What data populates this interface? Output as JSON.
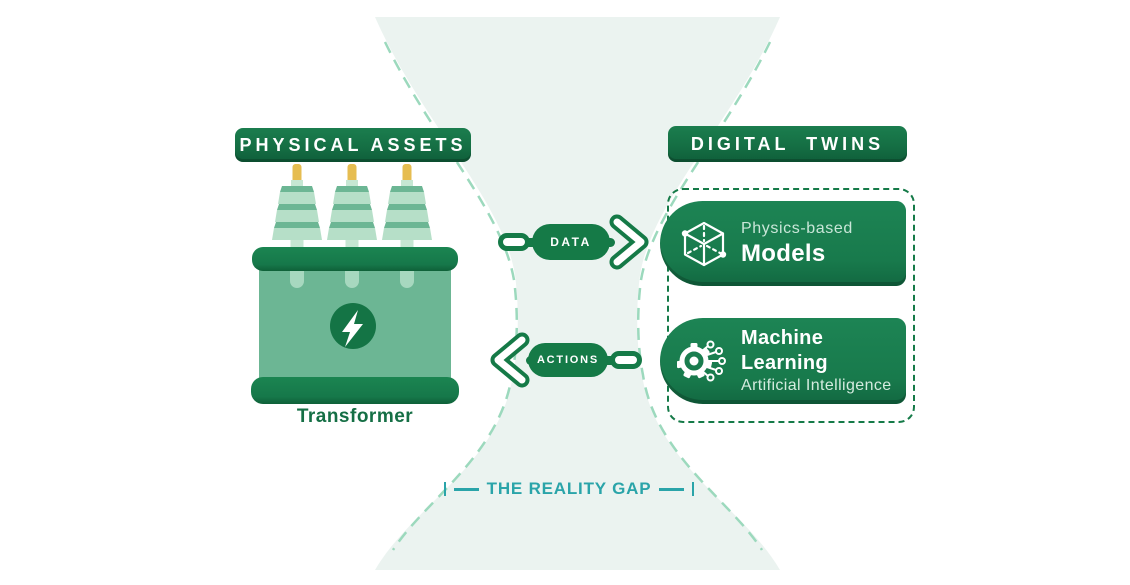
{
  "diagram": {
    "left": {
      "banner": "PHYSICAL ASSETS",
      "caption": "Transformer"
    },
    "right": {
      "banner": "DIGITAL TWINS",
      "cards": [
        {
          "title_light": "Physics-based",
          "title_bold": "Models",
          "icon": "cube-wireframe-icon"
        },
        {
          "title_bold": "Machine Learning",
          "title_light": "Artificial Intelligence",
          "icon": "gear-network-icon"
        }
      ]
    },
    "arrows": {
      "data": "DATA",
      "actions": "ACTIONS"
    },
    "gap_label": "THE REALITY GAP",
    "colors": {
      "dark_green": "#156F45",
      "mid_green": "#6CB694",
      "light_green": "#B6DFC8",
      "mint_funnel": "#EBF3F0",
      "dash_edge": "#9CD9BD",
      "teal": "#2AA4A9",
      "yellow": "#E6BD51"
    }
  }
}
